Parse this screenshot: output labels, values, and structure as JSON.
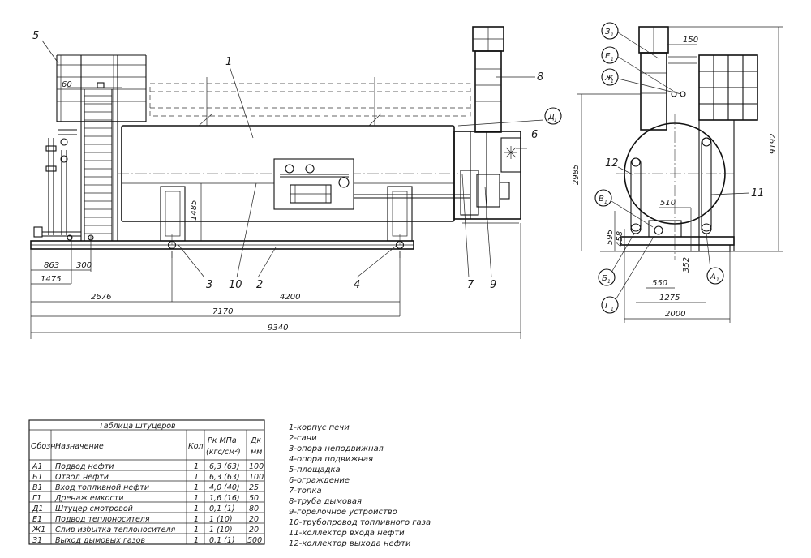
{
  "callouts": {
    "c1": "1",
    "c2": "2",
    "c3": "3",
    "c4": "4",
    "c5": "5",
    "c6": "6",
    "c7": "7",
    "c8": "8",
    "c9": "9",
    "c10": "10",
    "c11": "11",
    "c12": "12"
  },
  "front_dims": {
    "d60": "60",
    "d1485": "1485",
    "d863": "863",
    "d300": "300",
    "d1475": "1475",
    "d2676": "2676",
    "d4200": "4200",
    "d7170": "7170",
    "d9340": "9340"
  },
  "side_dims": {
    "d150": "150",
    "d2985": "2985",
    "d9192": "9192",
    "d510": "510",
    "d595": "595",
    "d458": "458",
    "d352": "352",
    "d550": "550",
    "d1275": "1275",
    "d2000": "2000"
  },
  "nozzle_labels": {
    "A1": "A",
    "B1": "Б",
    "V1": "В",
    "G1": "Г",
    "D1": "Д",
    "E1": "Е",
    "Zh1": "Ж",
    "Z1": "З",
    "sub": "1"
  },
  "table": {
    "title": "Таблица штуцеров",
    "headers": {
      "oboz": "Обозн",
      "name": "Назначение",
      "kol": "Кол",
      "p_line1": "Pк МПа",
      "p_line2": "(кгс/см²)",
      "d_line1": "Дк",
      "d_line2": "мм"
    },
    "rows": [
      {
        "oboz": "А1",
        "name": "Подвод нефти",
        "kol": "1",
        "p": "6,3 (63)",
        "d": "100"
      },
      {
        "oboz": "Б1",
        "name": "Отвод нефти",
        "kol": "1",
        "p": "6,3 (63)",
        "d": "100"
      },
      {
        "oboz": "В1",
        "name": "Вход топливной нефти",
        "kol": "1",
        "p": "4,0 (40)",
        "d": "25"
      },
      {
        "oboz": "Г1",
        "name": "Дренаж емкости",
        "kol": "1",
        "p": "1,6 (16)",
        "d": "50"
      },
      {
        "oboz": "Д1",
        "name": "Штуцер смотровой",
        "kol": "1",
        "p": "0,1 (1)",
        "d": "80"
      },
      {
        "oboz": "Е1",
        "name": "Подвод теплоносителя",
        "kol": "1",
        "p": "1 (10)",
        "d": "20"
      },
      {
        "oboz": "Ж1",
        "name": "Слив избытка теплоносителя",
        "kol": "1",
        "p": "1 (10)",
        "d": "20"
      },
      {
        "oboz": "З1",
        "name": "Выход дымовых газов",
        "kol": "1",
        "p": "0,1 (1)",
        "d": "500"
      }
    ]
  },
  "legend": [
    "1-корпус печи",
    "2-сани",
    "3-опора неподвижная",
    "4-опора подвижная",
    "5-площадка",
    "6-ограждение",
    "7-топка",
    "8-труба дымовая",
    "9-горелочное устройство",
    "10-трубопровод топливного газа",
    "11-коллектор входа нефти",
    "12-коллектор выхода нефти"
  ]
}
